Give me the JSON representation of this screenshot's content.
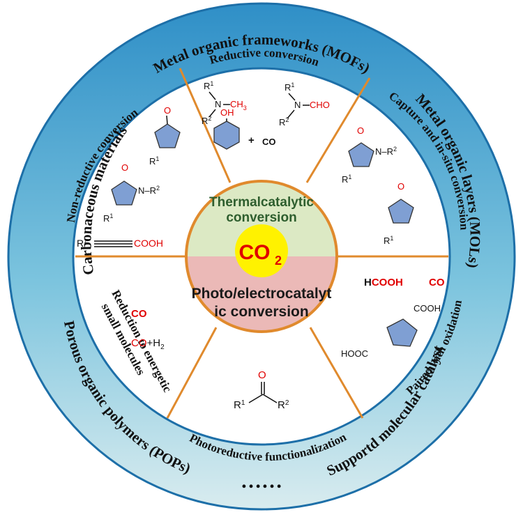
{
  "outer_ring": {
    "top": "Metal organic frameworks (MOFs)",
    "right": "Metal organic layers (MOLs)",
    "bottom_right": "Supportd molecular catalyst",
    "bottom": "Porous organic polymers (POPs)",
    "left": "Carbonaceous materials",
    "ellipsis": "……"
  },
  "segments": {
    "top": "Reductive conversion",
    "top_right": "Capture and in-situ conversion",
    "bottom_right": "Paired with oxidation",
    "bottom": "Photoreductive functionalization",
    "bottom_left_1": "Reduction to energetic",
    "bottom_left_2": "small molecules",
    "top_left": "Non-reductive conversion"
  },
  "center": {
    "top_line1": "Thermalcatalytic",
    "top_line2": "conversion",
    "co2_main": "CO",
    "co2_sub": "2",
    "bottom_line1": "Photo/electrocatalyt",
    "bottom_line2": "ic conversion"
  },
  "chemistry": {
    "amine_r1": "R",
    "amine_n": "N",
    "amine_ch3": "CH",
    "amine_ch3_sub": "3",
    "amine_r2": "R",
    "sup1": "1",
    "sup2": "2",
    "formamide_cho": "CHO",
    "phenol_oh": "OH",
    "plus": "+",
    "co": "CO",
    "oxazolidinone_o": "O",
    "oxazolidinone_n": "N",
    "oxazolidinone_r2": "–R",
    "alkyne_r1": "R",
    "alkyne_cooh": "COOH",
    "hcooh_h": "H",
    "hcooh_cooh": "COOH",
    "co_product": "CO",
    "fdca_cooh": "COOH",
    "fdca_hooc": "HOOC",
    "syngas_co": "CO",
    "syngas_h2": "+H",
    "syngas_h2_sub": "2",
    "ketone_o": "O",
    "ketone_r1": "R",
    "ketone_r2": "R"
  },
  "colors": {
    "outer_ring": "#2a86c2",
    "outer_ring_light": "#d7eaf0",
    "divider": "#e08a2d",
    "center_top": "#dce9c4",
    "center_bottom": "#ebb9b7",
    "co2_circle": "#fff200",
    "co2_text": "#e00000",
    "chem_red": "#e00000",
    "ring_fill": "#7f9fd3"
  }
}
